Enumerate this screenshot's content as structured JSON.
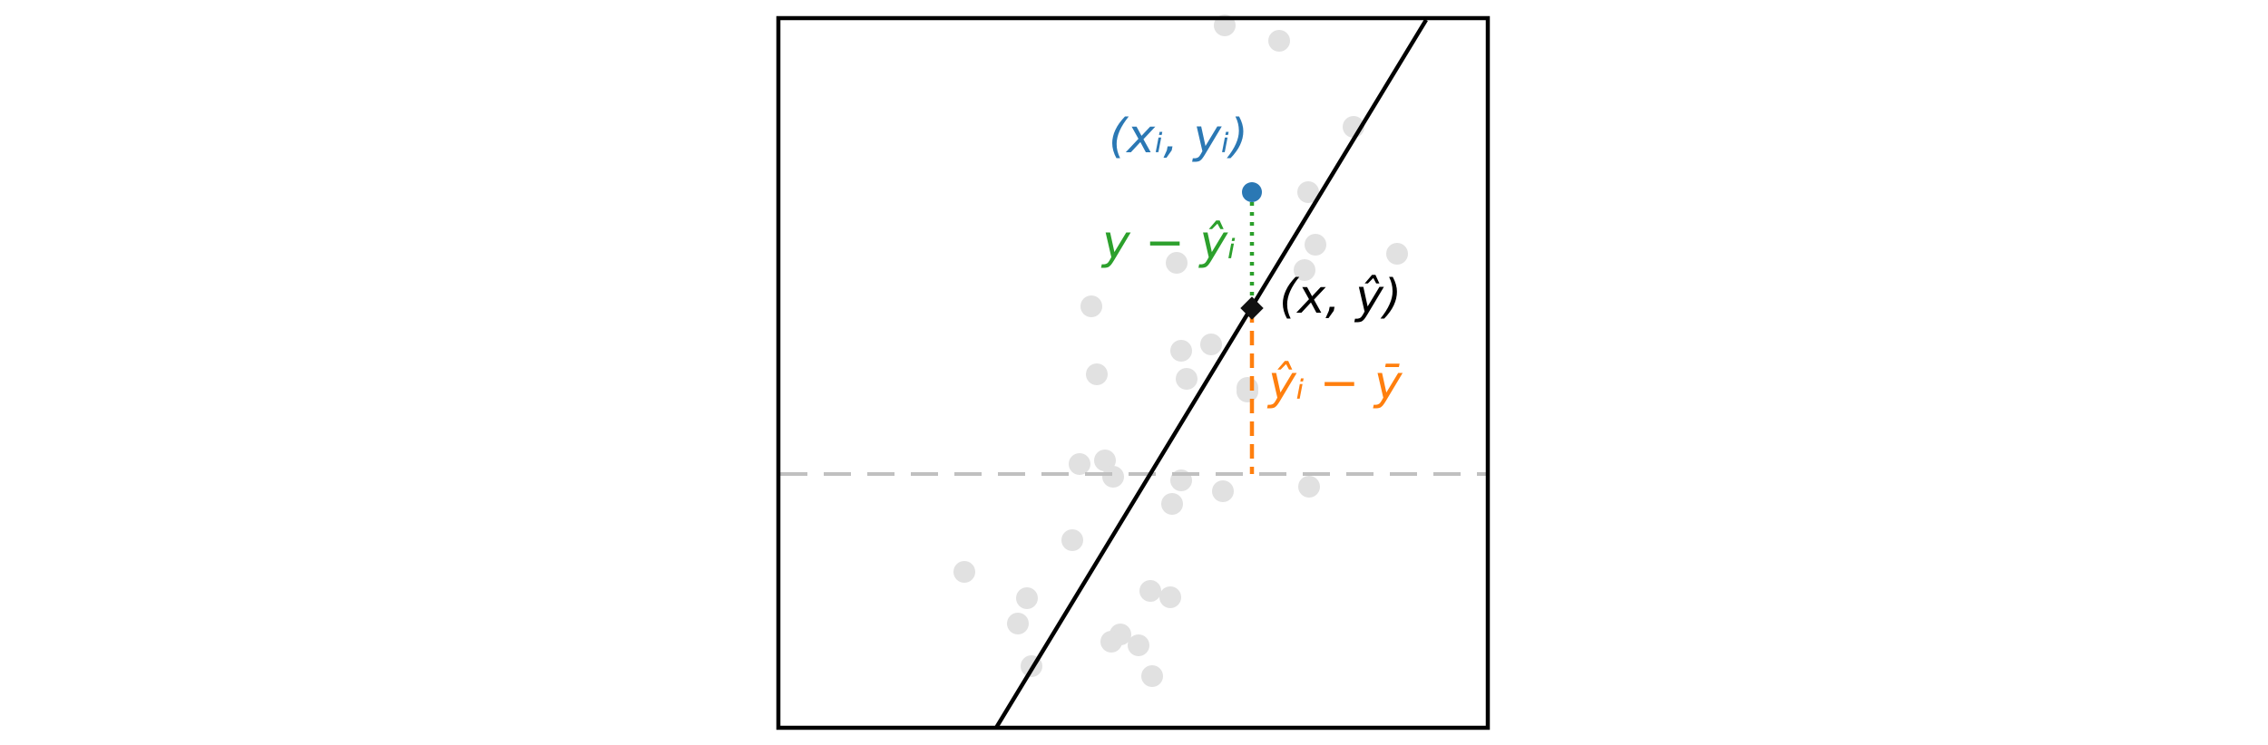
{
  "labels": {
    "point": "(xᵢ, yᵢ)",
    "residual": "y − ŷᵢ",
    "fitted_point": "(x, ŷ)",
    "explained": "ŷᵢ − ȳ"
  },
  "colors": {
    "frame": "#000000",
    "regression_line": "#000000",
    "mean_line": "#c0c0c0",
    "background_points": "#e1e1e1",
    "highlight_point": "#2b78b4",
    "residual": "#2ca02c",
    "explained": "#ff7f0e",
    "fitted_marker": "#111111"
  }
}
